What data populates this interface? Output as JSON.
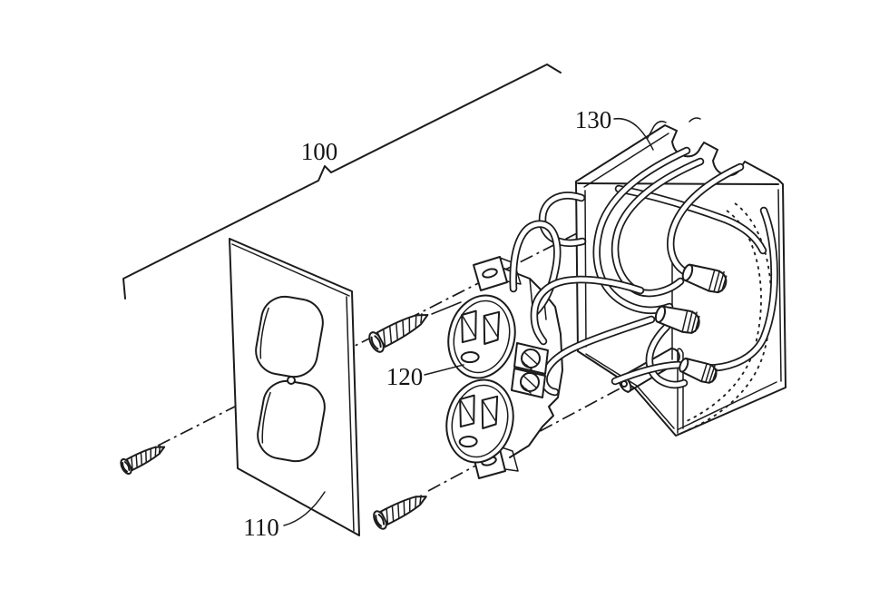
{
  "figure": {
    "kind": "patent exploded-view line drawing",
    "subject": "electrical outlet assembly",
    "background_color": "#ffffff",
    "line_color": "#1c1c1c",
    "reference_labels": [
      {
        "part": "assembly",
        "text": "100"
      },
      {
        "part": "wall-plate",
        "text": "110"
      },
      {
        "part": "receptacle",
        "text": "120"
      },
      {
        "part": "outlet-box",
        "text": "130"
      }
    ]
  }
}
